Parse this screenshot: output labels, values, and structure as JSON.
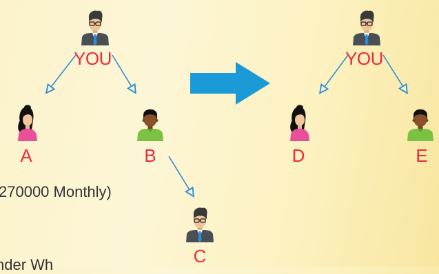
{
  "tree_left": {
    "root_label": "YOU",
    "children": [
      "A",
      "B"
    ],
    "grandchild": "C"
  },
  "tree_right": {
    "root_label": "YOU",
    "children": [
      "D",
      "E"
    ]
  },
  "side_text_1": "270000 Monthly)",
  "side_text_2": "nder Wh",
  "colors": {
    "label": "#ee2a3a",
    "connector": "#2b8fd8",
    "big_arrow": "#1a9ad6",
    "suit": "#4a4f55",
    "female_top": "#e8509a",
    "male_shirt": "#7cc242"
  },
  "icons": {
    "manager": "man-with-glasses-suit-icon",
    "female": "woman-pink-icon",
    "male": "man-green-shirt-icon",
    "transition": "right-arrow-icon"
  }
}
